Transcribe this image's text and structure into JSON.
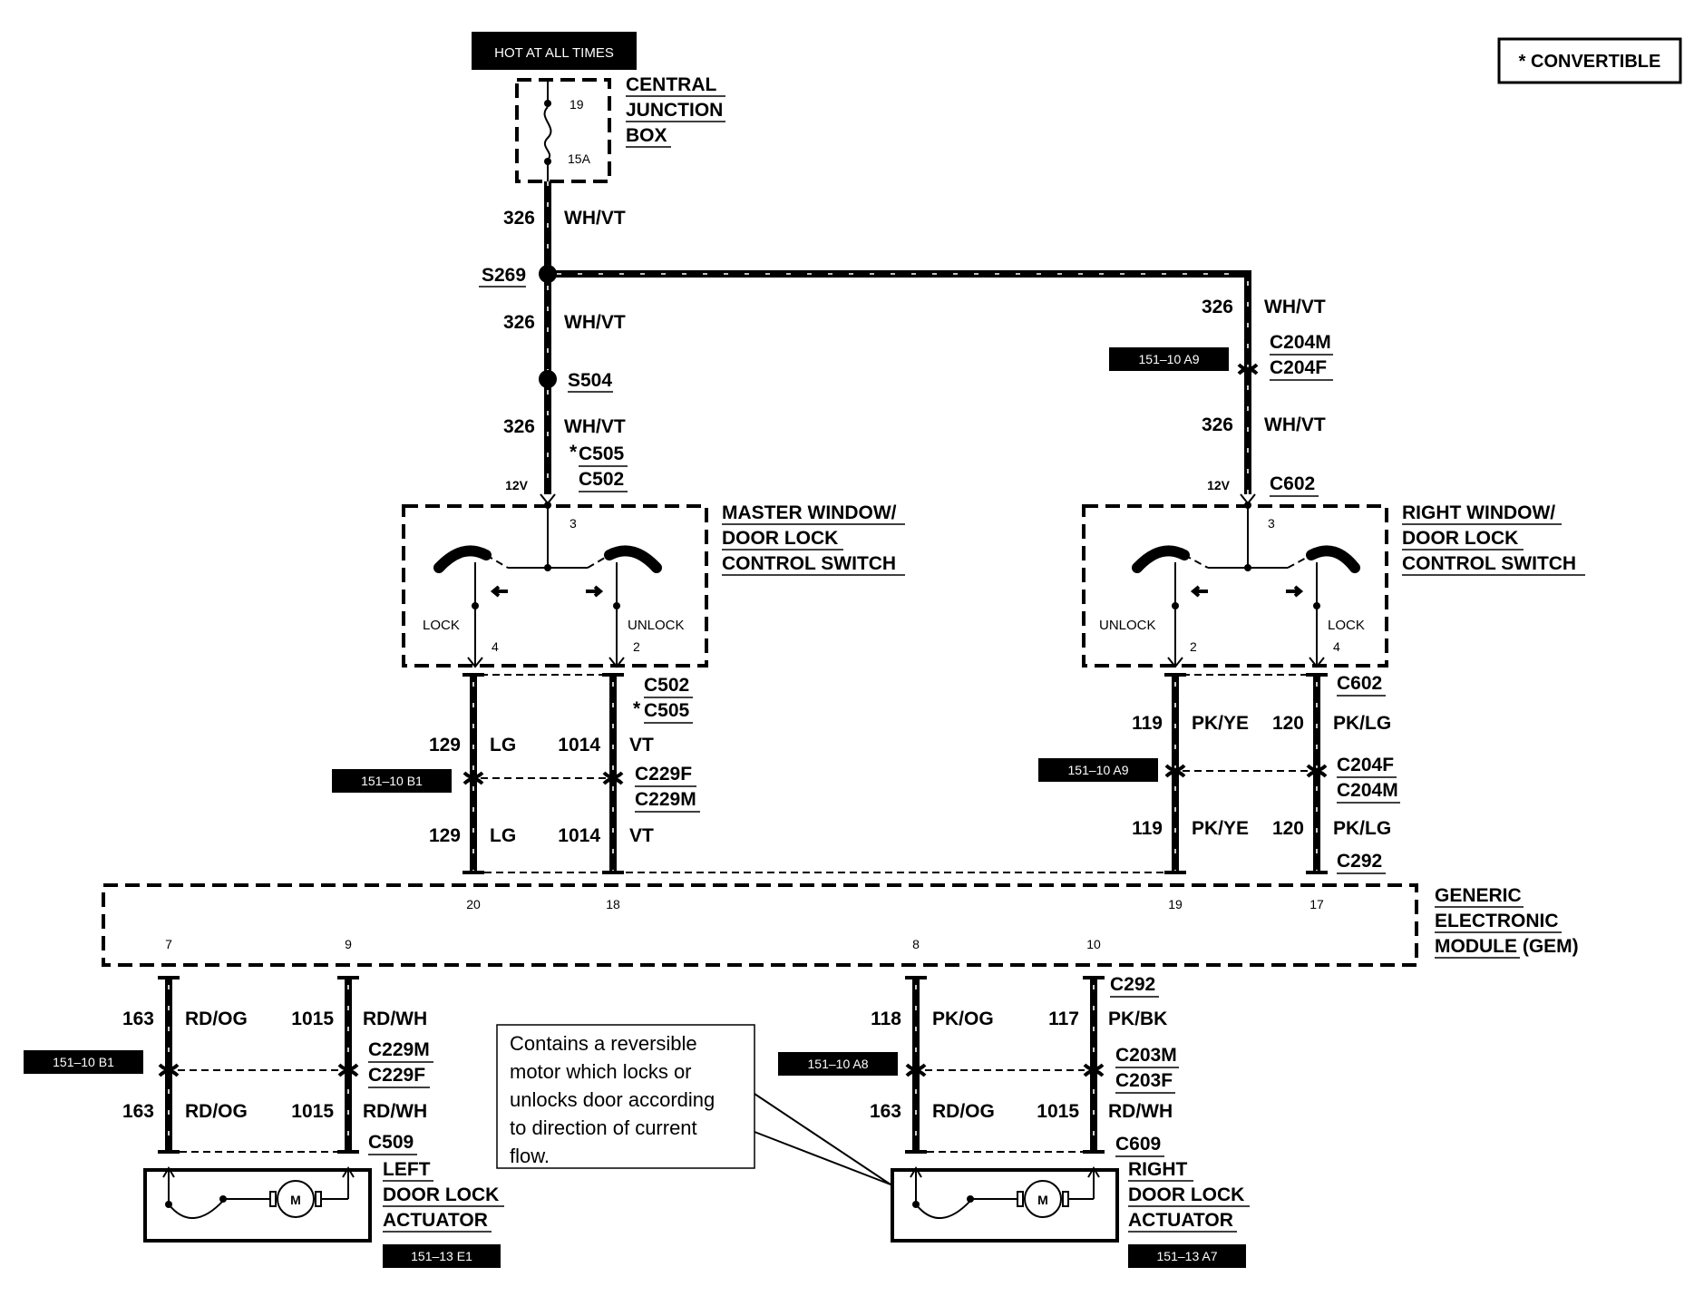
{
  "hot_label": "HOT AT ALL TIMES",
  "convertible_label": "* CONVERTIBLE",
  "central_junction": {
    "line1": "CENTRAL",
    "line2": "JUNCTION",
    "line3": "BOX",
    "fuse_num": "19",
    "fuse_amp": "15A"
  },
  "splices": {
    "s269": "S269",
    "s504": "S504"
  },
  "wires": {
    "top_326_1": {
      "num": "326",
      "color": "WH/VT"
    },
    "top_326_2": {
      "num": "326",
      "color": "WH/VT"
    },
    "top_326_3": {
      "num": "326",
      "color": "WH/VT"
    },
    "right_326_1": {
      "num": "326",
      "color": "WH/VT"
    },
    "right_326_2": {
      "num": "326",
      "color": "WH/VT"
    },
    "m129a": {
      "num": "129",
      "color": "LG"
    },
    "m1014a": {
      "num": "1014",
      "color": "VT"
    },
    "m129b": {
      "num": "129",
      "color": "LG"
    },
    "m1014b": {
      "num": "1014",
      "color": "VT"
    },
    "r119a": {
      "num": "119",
      "color": "PK/YE"
    },
    "r120a": {
      "num": "120",
      "color": "PK/LG"
    },
    "r119b": {
      "num": "119",
      "color": "PK/YE"
    },
    "r120b": {
      "num": "120",
      "color": "PK/LG"
    },
    "l163a": {
      "num": "163",
      "color": "RD/OG"
    },
    "l1015a": {
      "num": "1015",
      "color": "RD/WH"
    },
    "l163b": {
      "num": "163",
      "color": "RD/OG"
    },
    "l1015b": {
      "num": "1015",
      "color": "RD/WH"
    },
    "d118": {
      "num": "118",
      "color": "PK/OG"
    },
    "d117": {
      "num": "117",
      "color": "PK/BK"
    },
    "d163": {
      "num": "163",
      "color": "RD/OG"
    },
    "d1015": {
      "num": "1015",
      "color": "RD/WH"
    }
  },
  "connectors": {
    "c505_top": "C505",
    "c502_top": "C502",
    "star": "*",
    "c204m_top": "C204M",
    "c204f_top": "C204F",
    "c602_top": "C602",
    "c502_mid": "C502",
    "c505_mid": "C505",
    "c229f_mid": "C229F",
    "c229m_mid": "C229M",
    "c602_mid": "C602",
    "c204f_mid": "C204F",
    "c204m_mid": "C204M",
    "c292_mid": "C292",
    "c229m_low": "C229M",
    "c229f_low": "C229F",
    "c509": "C509",
    "c292_low": "C292",
    "c203m": "C203M",
    "c203f": "C203F",
    "c609": "C609"
  },
  "volts": {
    "left": "12V",
    "right": "12V"
  },
  "master_switch": {
    "line1": "MASTER WINDOW/",
    "line2": "DOOR LOCK",
    "line3": "CONTROL SWITCH",
    "lock": "LOCK",
    "unlock": "UNLOCK",
    "pin_in": "3",
    "pin_lock": "4",
    "pin_unlock": "2"
  },
  "right_switch": {
    "line1": "RIGHT WINDOW/",
    "line2": "DOOR LOCK",
    "line3": "CONTROL SWITCH",
    "lock": "LOCK",
    "unlock": "UNLOCK",
    "pin_in": "3",
    "pin_lock": "4",
    "pin_unlock": "2"
  },
  "gem": {
    "line1": "GENERIC",
    "line2": "ELECTRONIC",
    "line3": "MODULE (GEM)",
    "pins": {
      "p20": "20",
      "p18": "18",
      "p19": "19",
      "p17": "17",
      "p7": "7",
      "p9": "9",
      "p8": "8",
      "p10": "10"
    }
  },
  "left_actuator": {
    "line1": "LEFT",
    "line2": "DOOR LOCK",
    "line3": "ACTUATOR",
    "motor": "M"
  },
  "right_actuator": {
    "line1": "RIGHT",
    "line2": "DOOR LOCK",
    "line3": "ACTUATOR",
    "motor": "M"
  },
  "refs": {
    "r1": "151–10 A9",
    "r2": "151–10 B1",
    "r3": "151–10 A9",
    "r4": "151–10 B1",
    "r5": "151–10 A8",
    "r6": "151–13 E1",
    "r7": "151–13 A7"
  },
  "note": {
    "l1": "Contains a reversible",
    "l2": "motor which locks or",
    "l3": "unlocks door according",
    "l4": "to direction of current",
    "l5": "flow."
  }
}
